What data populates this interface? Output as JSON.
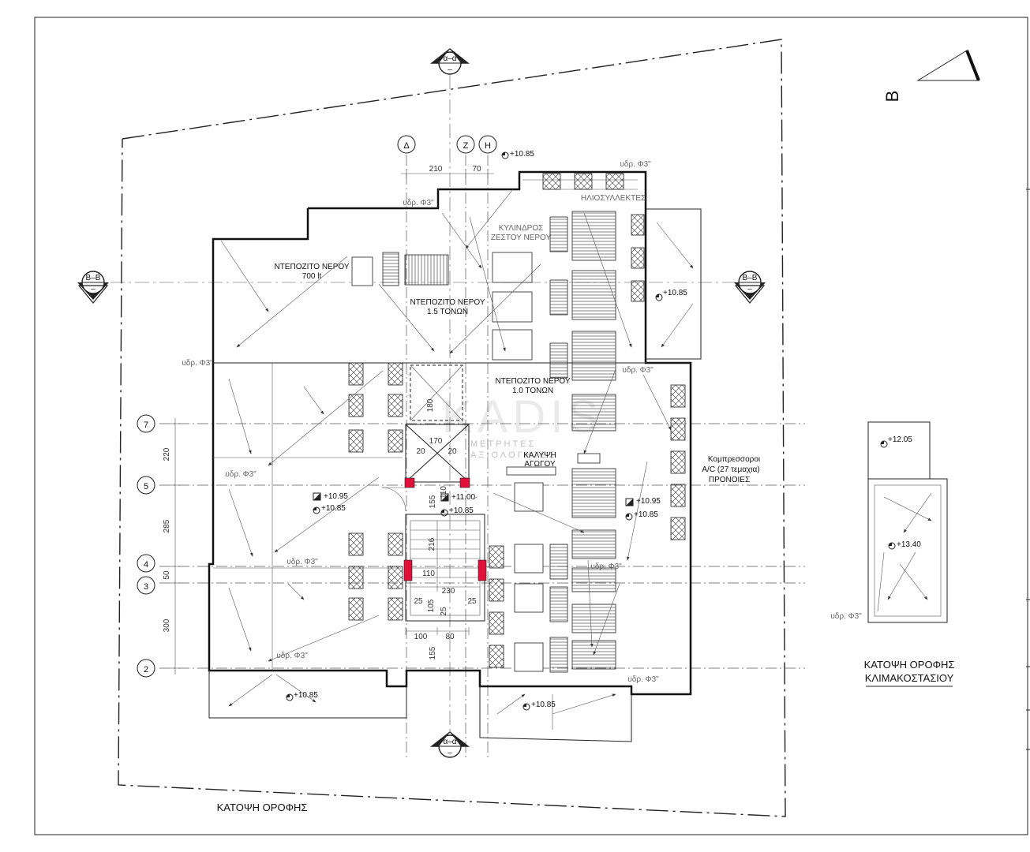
{
  "plan": {
    "title": "ΚΑΤΟΨΗ ΟΡΟΦΗΣ",
    "stair_title_line1": "ΚΑΤΟΨΗ ΟΡΟΦΗΣ",
    "stair_title_line2": "ΚΛΙΜΑΚΟΣΤΑΣΙΟΥ",
    "north_letter": "Β"
  },
  "watermark": {
    "logo": "KADIS",
    "sub1": "ΜΕΤΡΗΤΕΣ",
    "sub2": "ΑΞΙΟΛΟΓΗΤΕΣ"
  },
  "section_marks": {
    "aa": "α–α",
    "bb": "Β–Β",
    "dash": "–"
  },
  "grid": {
    "columns": [
      "Δ",
      "Ζ",
      "Η"
    ],
    "rows": [
      "7",
      "5",
      "4",
      "3",
      "2"
    ]
  },
  "labels": {
    "tank700_l1": "ΝΤΕΠΟΖΙΤΟ ΝΕΡΟΥ",
    "tank700_l2": "700 lt",
    "tank15_l1": "ΝΤΕΠΟΖΙΤΟ ΝΕΡΟΥ",
    "tank15_l2": "1.5 ΤΟΝΩΝ",
    "tank10_l1": "ΝΤΕΠΟΖΙΤΟ ΝΕΡΟΥ",
    "tank10_l2": "1.0 ΤΟΝΩΝ",
    "cylinder_l1": "ΚΥΛΙΝΔΡΟΣ",
    "cylinder_l2": "ΖΕΣΤΟΥ ΝΕΡΟΥ",
    "collectors": "ΗΛΙΟΣΥΛΛΕΚΤΕΣ",
    "duct_l1": "ΚΑΛΥΨΗ",
    "duct_l2": "ΑΓΩΓΟΥ",
    "comp_l1": "Κομπρεσσοροι",
    "comp_l2": "Α/C (27 τεμαχια)",
    "comp_l3": "ΠΡΟΝΟΙΕΣ",
    "drain": "υδρ. Φ3\""
  },
  "levels": {
    "l1085": "+10.85",
    "l1095": "+10.95",
    "l1100": "+11.00",
    "l1205": "+12.05",
    "l1340": "+13.40"
  },
  "dims": {
    "d210": "210",
    "d70": "70",
    "d220": "220",
    "d285": "285",
    "d50": "50",
    "d300": "300",
    "d170": "170",
    "d20": "20",
    "d180": "180",
    "d110": "110",
    "d155": "155",
    "d216": "216",
    "d230": "230",
    "d25": "25",
    "d105": "105",
    "d100": "100",
    "d80": "80"
  }
}
